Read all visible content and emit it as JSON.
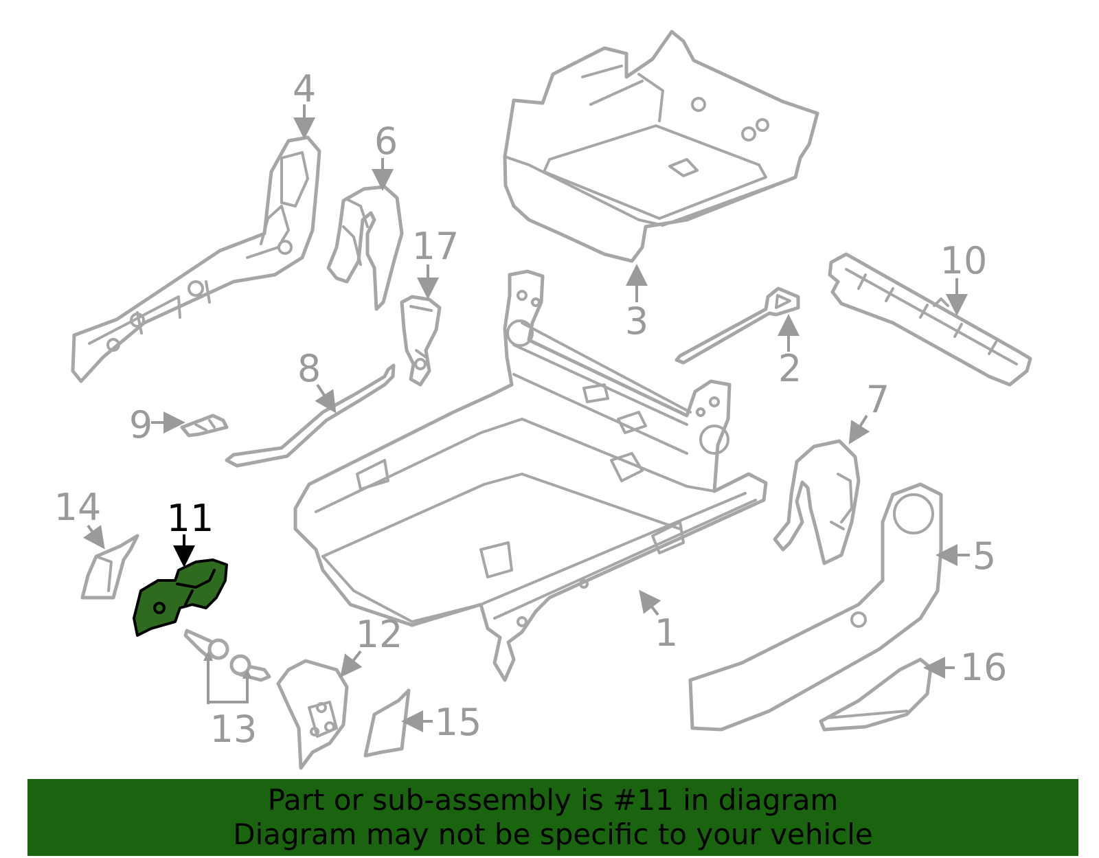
{
  "diagram": {
    "highlighted_callout": "11",
    "callouts": {
      "c1": "1",
      "c2": "2",
      "c3": "3",
      "c4": "4",
      "c5": "5",
      "c6": "6",
      "c7": "7",
      "c8": "8",
      "c9": "9",
      "c10": "10",
      "c11": "11",
      "c12": "12",
      "c13": "13",
      "c14": "14",
      "c15": "15",
      "c16": "16",
      "c17": "17"
    },
    "colors": {
      "part_outline": "#a6a6a6",
      "callout_text": "#9a9a9a",
      "highlight_fill": "#2e6b1e",
      "highlight_text": "#000000"
    }
  },
  "banner": {
    "line1": "Part or sub-assembly is #11 in diagram",
    "line2": "Diagram may not be specific to your vehicle",
    "background": "#1a6410"
  }
}
